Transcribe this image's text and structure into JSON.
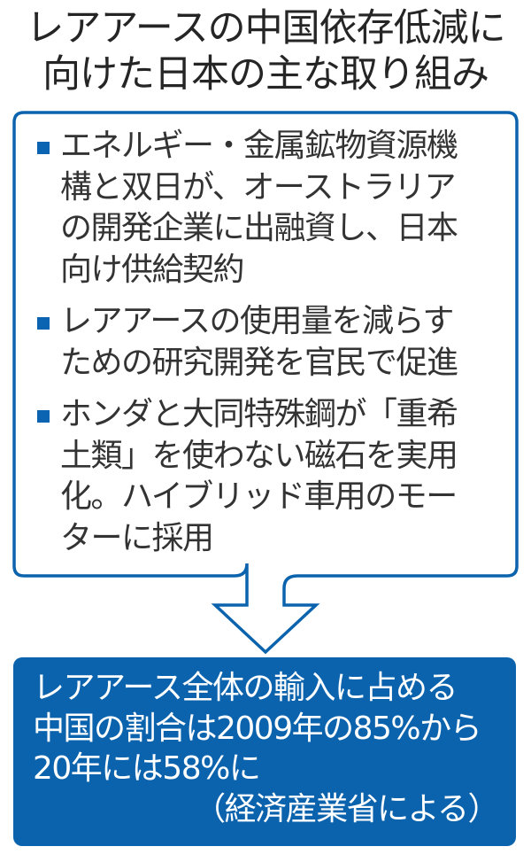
{
  "title": {
    "line1": "レアアースの中国依存低減に",
    "line2": "向けた日本の主な取り組み"
  },
  "items": [
    {
      "lines": [
        "エネルギー・金属鉱物資源機",
        "構と双日が、オーストラリア",
        "の開発企業に出融資し、日本",
        "向け供給契約"
      ]
    },
    {
      "lines": [
        "レアアースの使用量を減らす",
        "ための研究開発を官民で促進"
      ]
    },
    {
      "lines": [
        "ホンダと大同特殊鋼が「重希",
        "土類」を使わない磁石を実用",
        "化。ハイブリッド車用のモー",
        "ターに採用"
      ]
    }
  ],
  "result": {
    "lines": [
      "レアアース全体の輸入に占める",
      "中国の割合は2009年の85%から",
      "20年には58%に"
    ],
    "source": "（経済産業省による）"
  },
  "colors": {
    "accent": "#0b63ad",
    "text": "#333333",
    "title": "#252525",
    "background": "#ffffff"
  }
}
